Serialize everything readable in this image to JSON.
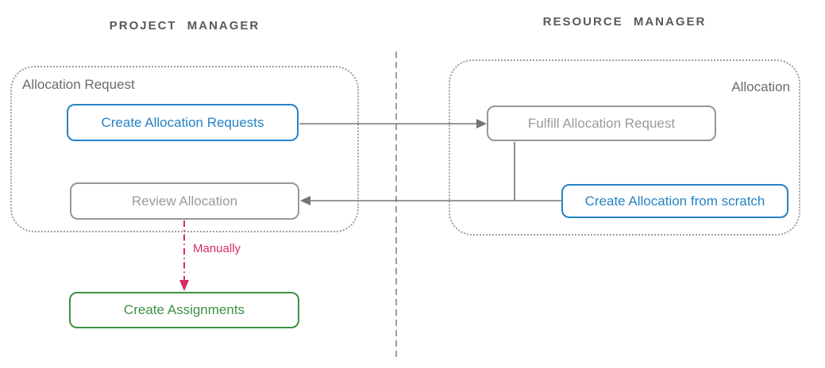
{
  "lanes": {
    "left": {
      "header": "PROJECT MANAGER",
      "container_label": "Allocation Request"
    },
    "right": {
      "header": "RESOURCE MANAGER",
      "container_label": "Allocation"
    }
  },
  "nodes": {
    "create_allocation_requests": {
      "label": "Create Allocation Requests",
      "color": "#2583c6",
      "lane": "PROJECT MANAGER"
    },
    "fulfill_allocation_request": {
      "label": "Fulfill Allocation Request",
      "color": "#9b9b9b",
      "lane": "RESOURCE MANAGER"
    },
    "review_allocation": {
      "label": "Review Allocation",
      "color": "#9b9b9b",
      "lane": "PROJECT MANAGER"
    },
    "create_allocation_from_scratch": {
      "label": "Create Allocation from scratch",
      "color": "#2583c6",
      "lane": "RESOURCE MANAGER"
    },
    "create_assignments": {
      "label": "Create Assignments",
      "color": "#3e9142",
      "lane": "PROJECT MANAGER"
    }
  },
  "edges": {
    "create_to_fulfill": {
      "from": "Create Allocation Requests",
      "to": "Fulfill Allocation Request",
      "style": "solid-arrow"
    },
    "fulfill_to_review": {
      "from": "Fulfill Allocation Request",
      "to": "Review Allocation",
      "style": "solid-arrow"
    },
    "scratch_to_review": {
      "from": "Create Allocation from scratch",
      "to": "Review Allocation",
      "style": "solid-arrow"
    },
    "review_to_assign": {
      "from": "Review Allocation",
      "to": "Create Assignments",
      "style": "dash-dot-arrow",
      "label": "Manually"
    }
  },
  "manual_label": "Manually",
  "colors": {
    "node_blue": "#2583c6",
    "node_gray": "#979797",
    "node_green": "#3e9142",
    "edge_pink": "#d62b6b",
    "connector": "#757575",
    "frame_dotted": "#9e9e9e",
    "header_text": "#58595a"
  }
}
